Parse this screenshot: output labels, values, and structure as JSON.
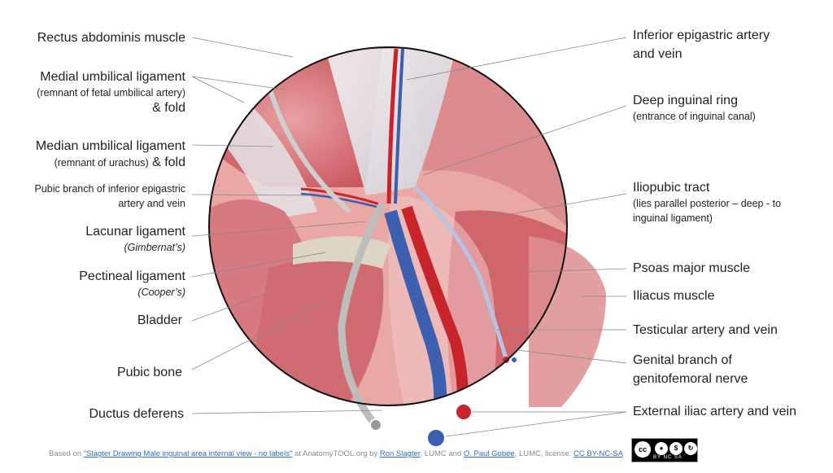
{
  "labels_left": {
    "rectus": "Rectus abdominis muscle",
    "medial_umbilical": "Medial umbilical ligament",
    "medial_umbilical_sub": "(remnant of fetal umbilical artery)",
    "medial_umbilical_fold": "& fold",
    "median_umbilical": "Median umbilical ligament",
    "median_umbilical_sub": "(remnant of urachus)",
    "median_umbilical_fold": "& fold",
    "pubic_branch_1": "Pubic branch of inferior epigastric",
    "pubic_branch_2": "artery and vein",
    "lacunar": "Lacunar ligament",
    "lacunar_sub": "(Gimbernat’s)",
    "pectineal": "Pectineal ligament",
    "pectineal_sub": "(Cooper’s)",
    "bladder": "Bladder",
    "pubic_bone": "Pubic bone",
    "ductus": "Ductus deferens"
  },
  "labels_right": {
    "inferior_epigastric_1": "Inferior epigastric artery",
    "inferior_epigastric_2": "and vein",
    "deep_ring": "Deep inguinal ring",
    "deep_ring_sub": "(entrance of inguinal canal)",
    "iliopubic": "Iliopubic tract",
    "iliopubic_sub_1": "(lies parallel posterior – deep - to",
    "iliopubic_sub_2": "inguinal ligament)",
    "psoas": "Psoas major muscle",
    "iliacus": "Iliacus muscle",
    "testicular": "Testicular artery and vein",
    "genital_1": "Genital branch of",
    "genital_2": "genitofemoral nerve",
    "external_iliac": "External iliac artery and vein"
  },
  "footer": {
    "based_on": "Based on",
    "drawing_link": "\"Slagter Drawing Male inguinal area internal view - no labels\"",
    "at": "at AnatomyTOOL.org by",
    "author1": "Ron Slagter",
    "lumc_and": ", LUMC and",
    "author2": "O. Paul Gobée",
    "license_text": ", LUMC, license:",
    "license": "CC BY-NC-SA"
  },
  "badge": {
    "cc": "cc",
    "tags": "BY  NC  SA"
  },
  "colors": {
    "muscle": "#c8545c",
    "muscle_light": "#e49a9a",
    "fascia": "#e6e6ea",
    "artery": "#c8242c",
    "vein": "#3d5fb0",
    "ligament": "#ddd6c4",
    "leader": "#888888"
  }
}
